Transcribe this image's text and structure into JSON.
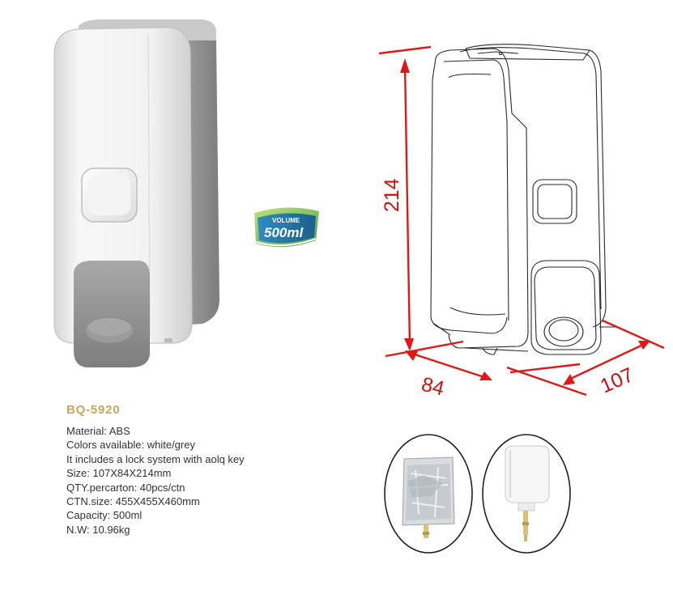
{
  "product": {
    "model": "BQ-5920",
    "specs": [
      "Material: ABS",
      "Colors available: white/grey",
      "It includes a lock system with aolq key",
      "Size: 107X84X214mm",
      "QTY.percarton: 40pcs/ctn",
      "CTN.size: 455X455X460mm",
      "Capacity: 500ml",
      "N.W: 10.96kg"
    ]
  },
  "badge": {
    "top_text": "VOLUME",
    "main_text": "500ml"
  },
  "drawing": {
    "height_label": "214",
    "depth_label": "84",
    "width_label": "107"
  },
  "colors": {
    "dimension": "#e01818",
    "accent_gold": "#c8a65e",
    "dispenser_white": "#eeeeee",
    "dispenser_grey": "#8f8f8f"
  }
}
